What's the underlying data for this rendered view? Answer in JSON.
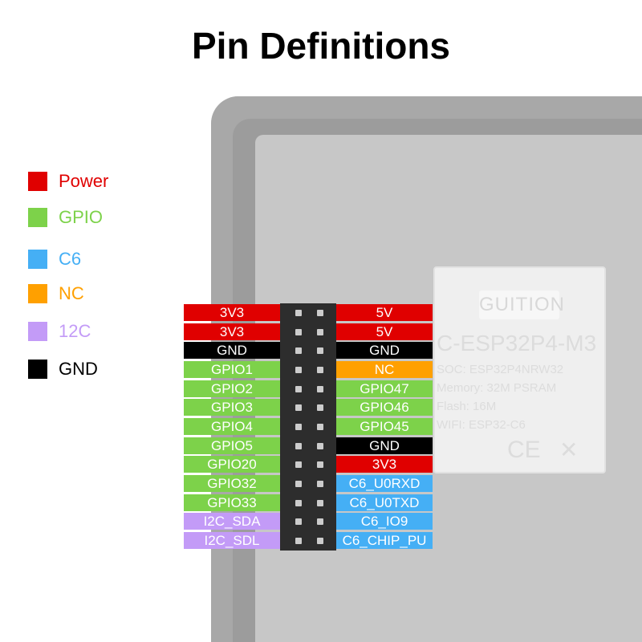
{
  "title": "Pin Definitions",
  "colors": {
    "power": "#e00000",
    "gpio": "#7dd24a",
    "c6": "#45aff5",
    "nc": "#ffa000",
    "i2c": "#c39bf7",
    "gnd": "#000000"
  },
  "legend": [
    {
      "label": "Power",
      "type": "power"
    },
    {
      "label": "GPIO",
      "type": "gpio"
    },
    {
      "label": "C6",
      "type": "c6"
    },
    {
      "label": "NC",
      "type": "nc"
    },
    {
      "label": "12C",
      "type": "i2c"
    },
    {
      "label": "GND",
      "type": "gnd"
    }
  ],
  "module": {
    "brand": "GUITION",
    "model": "C-ESP32P4-M3",
    "soc": "SOC: ESP32P4NRW32",
    "memory": "Memory: 32M PSRAM",
    "flash": "Flash: 16M",
    "wifi": "WIFI: ESP32-C6",
    "ce_mark": "CE"
  },
  "pins_left": [
    {
      "label": "3V3",
      "type": "power"
    },
    {
      "label": "3V3",
      "type": "power"
    },
    {
      "label": "GND",
      "type": "gnd"
    },
    {
      "label": "GPIO1",
      "type": "gpio"
    },
    {
      "label": "GPIO2",
      "type": "gpio"
    },
    {
      "label": "GPIO3",
      "type": "gpio"
    },
    {
      "label": "GPIO4",
      "type": "gpio"
    },
    {
      "label": "GPIO5",
      "type": "gpio"
    },
    {
      "label": "GPIO20",
      "type": "gpio"
    },
    {
      "label": "GPIO32",
      "type": "gpio"
    },
    {
      "label": "GPIO33",
      "type": "gpio"
    },
    {
      "label": "I2C_SDA",
      "type": "i2c"
    },
    {
      "label": "I2C_SDL",
      "type": "i2c"
    }
  ],
  "pins_right": [
    {
      "label": "5V",
      "type": "power"
    },
    {
      "label": "5V",
      "type": "power"
    },
    {
      "label": "GND",
      "type": "gnd"
    },
    {
      "label": "NC",
      "type": "nc"
    },
    {
      "label": "GPIO47",
      "type": "gpio"
    },
    {
      "label": "GPIO46",
      "type": "gpio"
    },
    {
      "label": "GPIO45",
      "type": "gpio"
    },
    {
      "label": "GND",
      "type": "gnd"
    },
    {
      "label": "3V3",
      "type": "power"
    },
    {
      "label": "C6_U0RXD",
      "type": "c6"
    },
    {
      "label": "C6_U0TXD",
      "type": "c6"
    },
    {
      "label": "C6_IO9",
      "type": "c6"
    },
    {
      "label": "C6_CHIP_PU",
      "type": "c6"
    }
  ]
}
